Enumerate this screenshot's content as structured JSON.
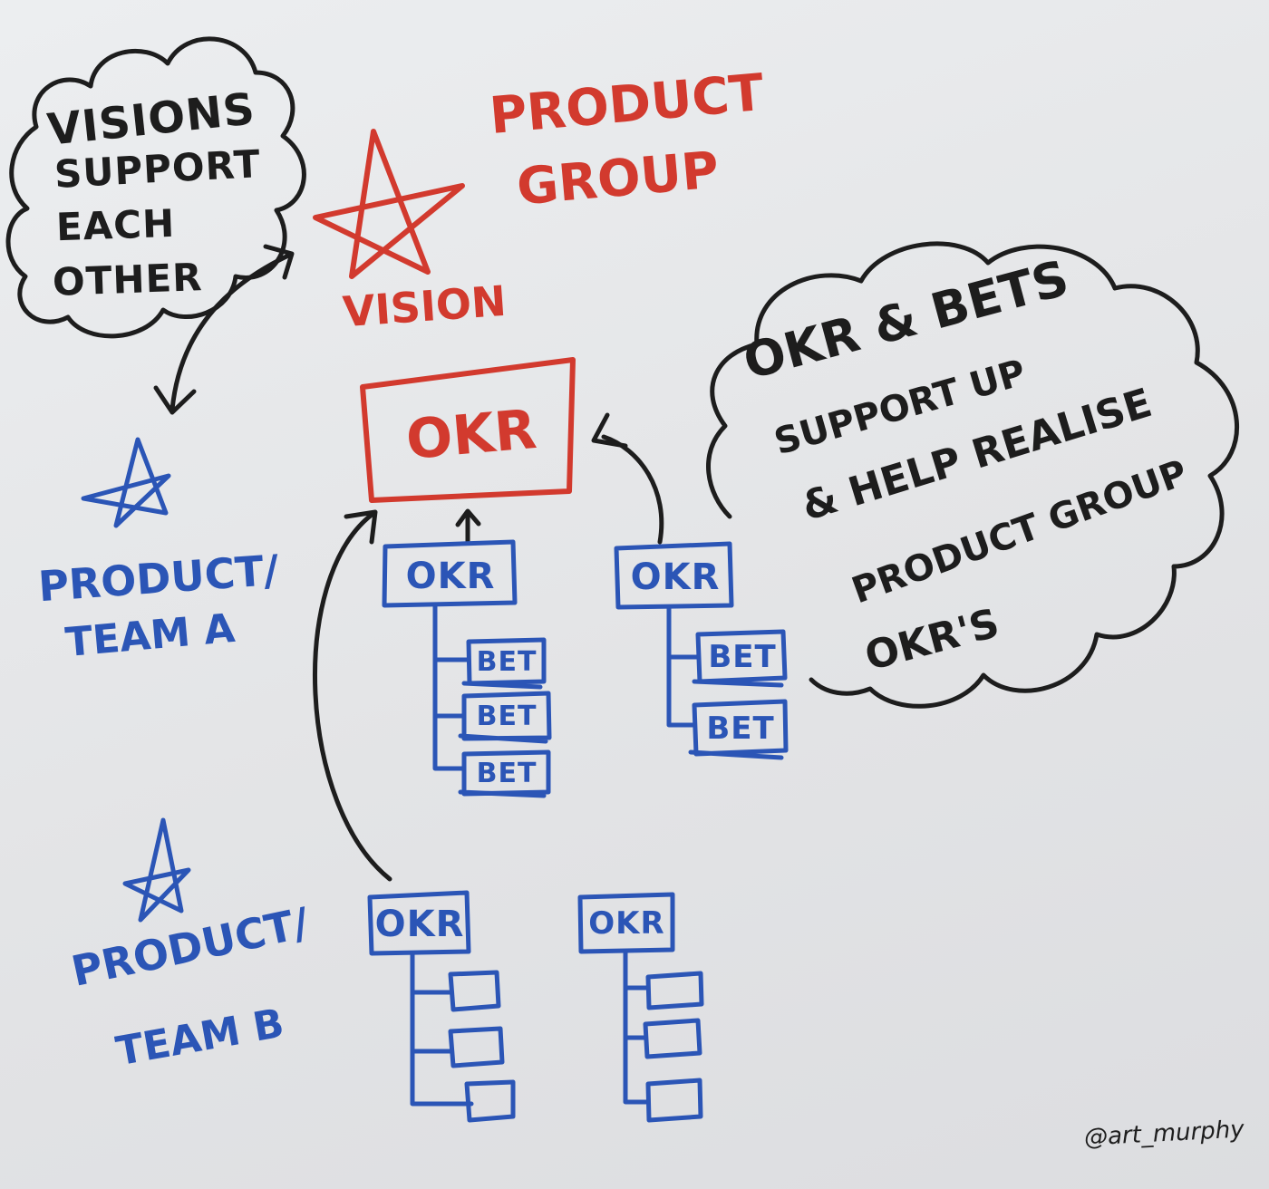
{
  "colors": {
    "board": "#e6e7e9",
    "black_marker": "#1d1d1d",
    "red_marker": "#d23a2e",
    "blue_marker": "#2b55b6"
  },
  "cloud_left": {
    "lines": [
      "VISIONS",
      "SUPPORT",
      "EACH",
      "OTHER"
    ]
  },
  "product_group": {
    "title_lines": [
      "PRODUCT",
      "GROUP"
    ],
    "star_caption": "VISION",
    "okr_label": "OKR",
    "icon": "star-icon"
  },
  "cloud_right": {
    "lines": [
      "OKR & BETS",
      "SUPPORT UP",
      "& HELP REALISE",
      "PRODUCT GROUP",
      "OKR'S"
    ]
  },
  "team_a": {
    "label_lines": [
      "PRODUCT/",
      "TEAM A"
    ],
    "icon": "star-icon",
    "okr_trees": [
      {
        "okr_label": "OKR",
        "bets": [
          "BET",
          "BET",
          "BET"
        ]
      },
      {
        "okr_label": "OKR",
        "bets": [
          "BET",
          "BET"
        ]
      }
    ]
  },
  "team_b": {
    "label_lines": [
      "PRODUCT/",
      "TEAM B"
    ],
    "icon": "star-icon",
    "okr_trees": [
      {
        "okr_label": "OKR",
        "bets": [
          "",
          "",
          ""
        ]
      },
      {
        "okr_label": "OKR",
        "bets": [
          "",
          "",
          ""
        ]
      }
    ]
  },
  "signature": "@art_murphy"
}
